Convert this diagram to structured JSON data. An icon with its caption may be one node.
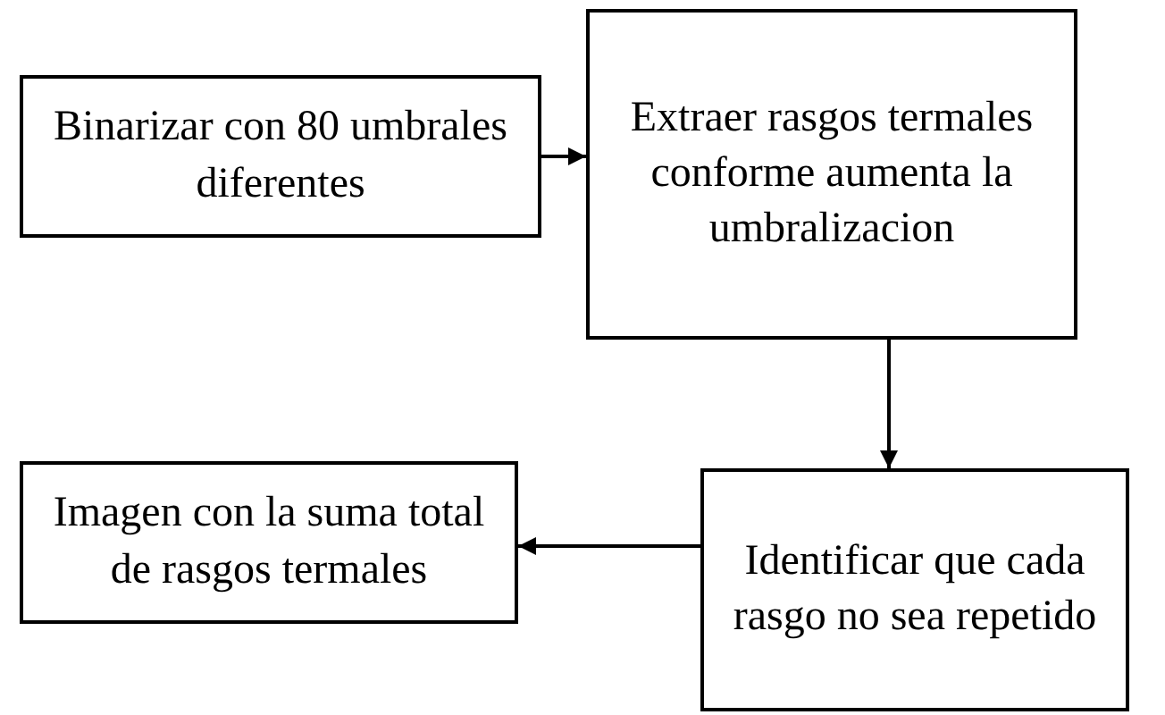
{
  "diagram": {
    "nodes": [
      {
        "text": [
          "Binarizar con 80 umbrales diferentes"
        ]
      },
      {
        "text": [
          "Extraer rasgos termales conforme aumenta la umbralizacion"
        ]
      },
      {
        "text": [
          "Identificar que cada rasgo no sea repetido"
        ]
      },
      {
        "text": [
          "Imagen con la suma total de rasgos termales"
        ]
      }
    ],
    "edges": [
      {
        "from": 0,
        "to": 1,
        "arrow": "to"
      },
      {
        "from": 1,
        "to": 2,
        "arrow": "to"
      },
      {
        "from": 2,
        "to": 3,
        "arrow": "to"
      }
    ]
  }
}
